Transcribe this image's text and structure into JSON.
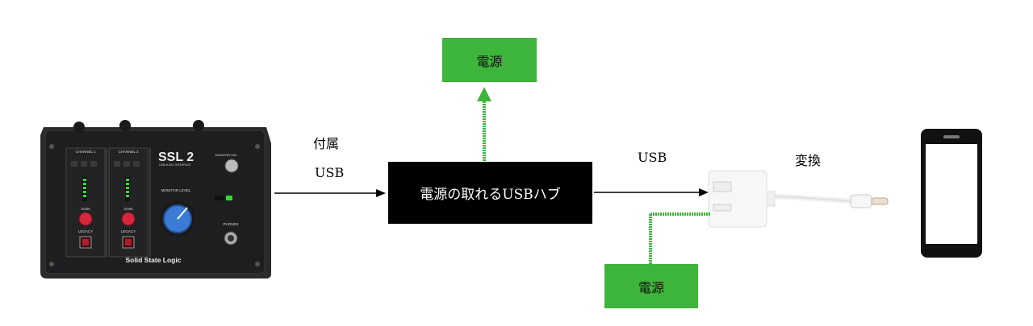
{
  "power_top": {
    "label": "電源"
  },
  "power_bottom": {
    "label": "電源"
  },
  "hub": {
    "label": "電源の取れるUSBハブ"
  },
  "cable_label_1": {
    "line1": "付属",
    "line2": "USB"
  },
  "cable_label_2": {
    "label": "USB"
  },
  "adapter_label": {
    "label": "変換"
  },
  "interface": {
    "brand": "Solid State Logic",
    "model": "SSL 2",
    "subtitle": "USB AUDIO INTERFACE",
    "channel1": "CHANNEL 1",
    "channel2": "CHANNEL 2",
    "monitor_mix": "MONITOR MIX",
    "monitor_level": "MONITOR LEVEL",
    "gain": "GAIN",
    "legacy": "LEGACY",
    "phones": "PHONES"
  },
  "colors": {
    "power_green": "#3db53a",
    "arrow_green": "#3db53a",
    "hub_black": "#000000",
    "knob_blue": "#3a7bd5",
    "gain_red": "#d8263a"
  }
}
